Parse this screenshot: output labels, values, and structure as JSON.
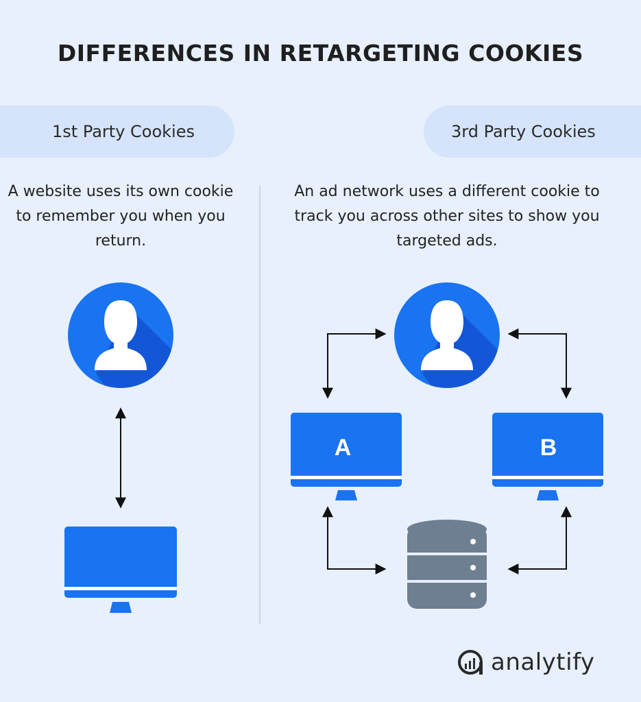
{
  "title": "DIFFERENCES IN RETARGETING COOKIES",
  "left": {
    "heading": "1st Party Cookies",
    "description": "A website uses its own cookie to remember you when you return."
  },
  "right": {
    "heading": "3rd Party Cookies",
    "description": "An ad network uses a different cookie to track you across other sites to show you targeted ads.",
    "monitor_a_label": "A",
    "monitor_b_label": "B"
  },
  "brand": {
    "name": "analytify",
    "icon": "analytify-logo-icon"
  },
  "colors": {
    "background": "#e7f0fc",
    "pill": "#d5e4fa",
    "accent_blue": "#1a73f0",
    "accent_blue_dark": "#1457d6",
    "database_gray": "#6e7f91",
    "arrow": "#111111"
  }
}
